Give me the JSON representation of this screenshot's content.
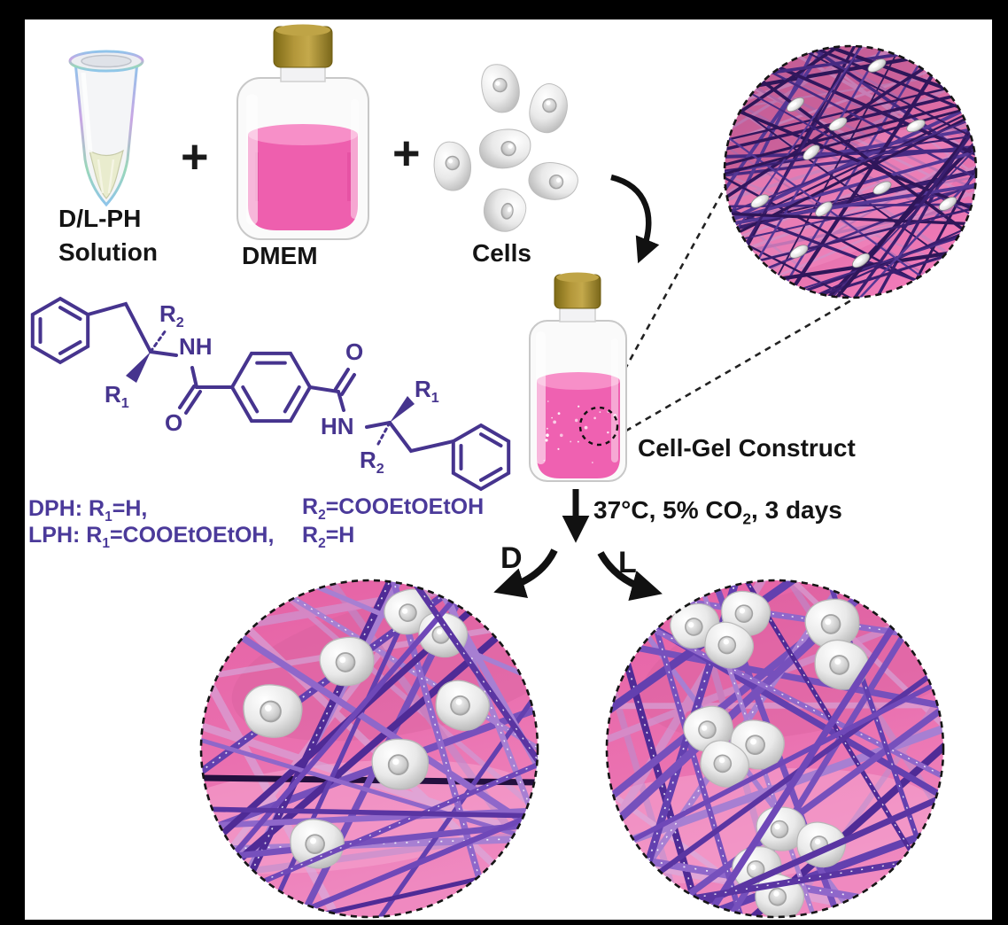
{
  "reagents": {
    "tube_label_line1": "D/L-PH",
    "tube_label_line2": "Solution",
    "plus": "+",
    "bottle_label": "DMEM",
    "cells_label": "Cells"
  },
  "product": {
    "label": "Cell-Gel Construct"
  },
  "incubation": {
    "pre": "37°C, 5% CO",
    "sub": "2",
    "post": ", 3 days"
  },
  "branches": {
    "d": "D",
    "l": "L"
  },
  "chemistry": {
    "labels": {
      "r": "R",
      "sub1": "1",
      "sub2": "2",
      "nh": "NH",
      "hn": "HN",
      "o": "O"
    },
    "definitions": {
      "dph_pre": "DPH: R",
      "dph_sub": "1",
      "dph_post": "=H,",
      "dph2_pre": "R",
      "dph2_sub": "2",
      "dph2_post": "=COOEtOEtOH",
      "lph_pre": "LPH: R",
      "lph_sub": "1",
      "lph_post": "=COOEtOEtOH,",
      "lph2_pre": "R",
      "lph2_sub": "2",
      "lph2_post": "=H"
    }
  },
  "palette": {
    "structure_purple": "#46348e",
    "medium_pink": "#ee5fae",
    "cap_gold": "#a08632",
    "gel_pink_background": "#e36aa8",
    "fiber_dark_indigo": "#31175e",
    "fiber_medium_purple": "#6a44b5",
    "cell_gray": "#d9d9d9"
  }
}
